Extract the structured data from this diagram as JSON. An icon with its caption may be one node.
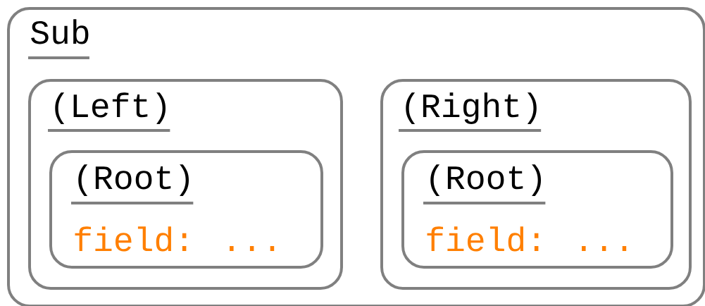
{
  "diagram": {
    "nodes": [
      {
        "text": [
          "Sub"
        ]
      },
      {
        "text": [
          "(Left)"
        ],
        "in": 0
      },
      {
        "text": [
          "(Root)",
          "field: ..."
        ],
        "in": 1
      },
      {
        "text": [
          "(Right)"
        ],
        "in": 0
      },
      {
        "text": [
          "(Root)",
          "field: ..."
        ],
        "in": 3
      }
    ]
  }
}
